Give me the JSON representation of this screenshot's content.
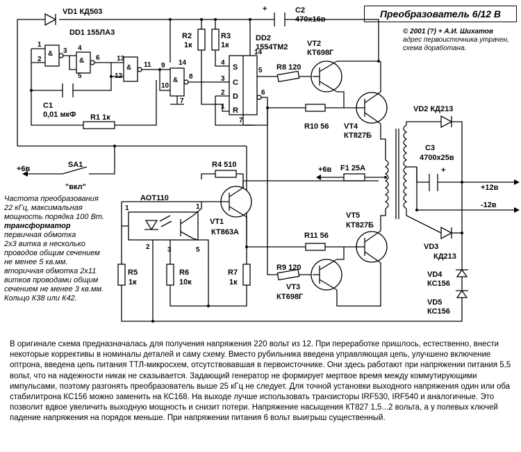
{
  "title": "Преобразователь 6/12 В",
  "credit": {
    "line1": "© 2001 (?) + А.И. Шихатов",
    "line2": "адрес первоисточника утрачен,",
    "line3": "схема доработана."
  },
  "labels": {
    "vd1": "VD1 КД503",
    "dd1": "DD1 155ЛА3",
    "c1a": "C1",
    "c1b": "0,01 мкФ",
    "r1": "R1 1к",
    "r2a": "R2",
    "r2b": "1к",
    "r3a": "R3",
    "r3b": "1к",
    "dd2a": "DD2",
    "dd2b": "1554ТМ2",
    "c2a": "C2",
    "c2b": "470х16в",
    "vt2a": "VT2",
    "vt2b": "КТ698Г",
    "r8": "R8 120",
    "r10": "R10 56",
    "vt4a": "VT4",
    "vt4b": "КТ827Б",
    "vd2": "VD2 КД213",
    "c3a": "C3",
    "c3b": "4700х25в",
    "sa1": "SA1",
    "vkl": "\"вкл\"",
    "p6v_left": "+6в",
    "p6v_mid": "+6в",
    "r4": "R4 510",
    "f1": "F1 25А",
    "p12": "+12в",
    "m12": "-12в",
    "aot": "АОТ110",
    "vt1a": "VT1",
    "vt1b": "КТ863А",
    "vt5a": "VT5",
    "vt5b": "КТ827Б",
    "r11": "R11 56",
    "vd3a": "VD3",
    "vd3b": "КД213",
    "r9": "R9 120",
    "vt3a": "VT3",
    "vt3b": "КТ698Г",
    "r5a": "R5",
    "r5b": "1к",
    "r6a": "R6",
    "r6b": "10к",
    "r7a": "R7",
    "r7b": "1к",
    "vd4a": "VD4",
    "vd4b": "КС156",
    "vd5a": "VD5",
    "vd5b": "КС156"
  },
  "pins": {
    "p1": "1",
    "p2": "2",
    "p3": "3",
    "p4": "4",
    "p5": "5",
    "p6": "6",
    "p8": "8",
    "p9": "9",
    "p10": "10",
    "p11": "11",
    "p12": "12",
    "p13": "13",
    "p14": "14",
    "p7": "7",
    "s": "S",
    "c": "C",
    "d": "D",
    "r": "R",
    "and": "&"
  },
  "notes": {
    "l1": "Частота преобразования",
    "l2": "22 кГц, максимальная",
    "l3": "мощность порядка 100 Вт.",
    "l4": "трансформатор",
    "l5": "первичная обмотка",
    "l6": "2х3 витка в несколько",
    "l7": "проводов общим сечением",
    "l8": "не менее 5 кв.мм.",
    "l9": "вторичная обмотка 2х11",
    "l10": "витков проводами общим",
    "l11": "сечением не менее 3 кв.мм.",
    "l12": "Кольцо К38 или К42."
  },
  "description": "В оригинале схема предназначалась для получения напряжения 220 вольт из 12. При переработке пришлось, естественно, внести некоторые коррективы в номиналы деталей и саму схему. Вместо рубильника введена управляющая цепь, улучшено включение оптрона, введена цепь питания ТТЛ-микросхем, отсутствовавшая в первоисточнике. Они здесь работают при напряжении питания 5,5 вольт, что на надежности никак не сказывается. Задающий генератор не формирует мертвое время между коммутирующими импульсами, поэтому разгонять преобразователь выше 25 кГц не следует. Для точной установки выходного напряжения один или оба стабилитрона КС156 можно заменить на КС168. На выходе лучше использовать транзисторы IRF530, IRF540 и аналогичные. Это позволит вдвое увеличить выходную мощность и снизит потери. Напряжение насыщения КТ827 1,5...2 вольта, а у полевых ключей падение напряжения на порядок меньше. При напряжении питания 6 вольт выигрыш существенный."
}
